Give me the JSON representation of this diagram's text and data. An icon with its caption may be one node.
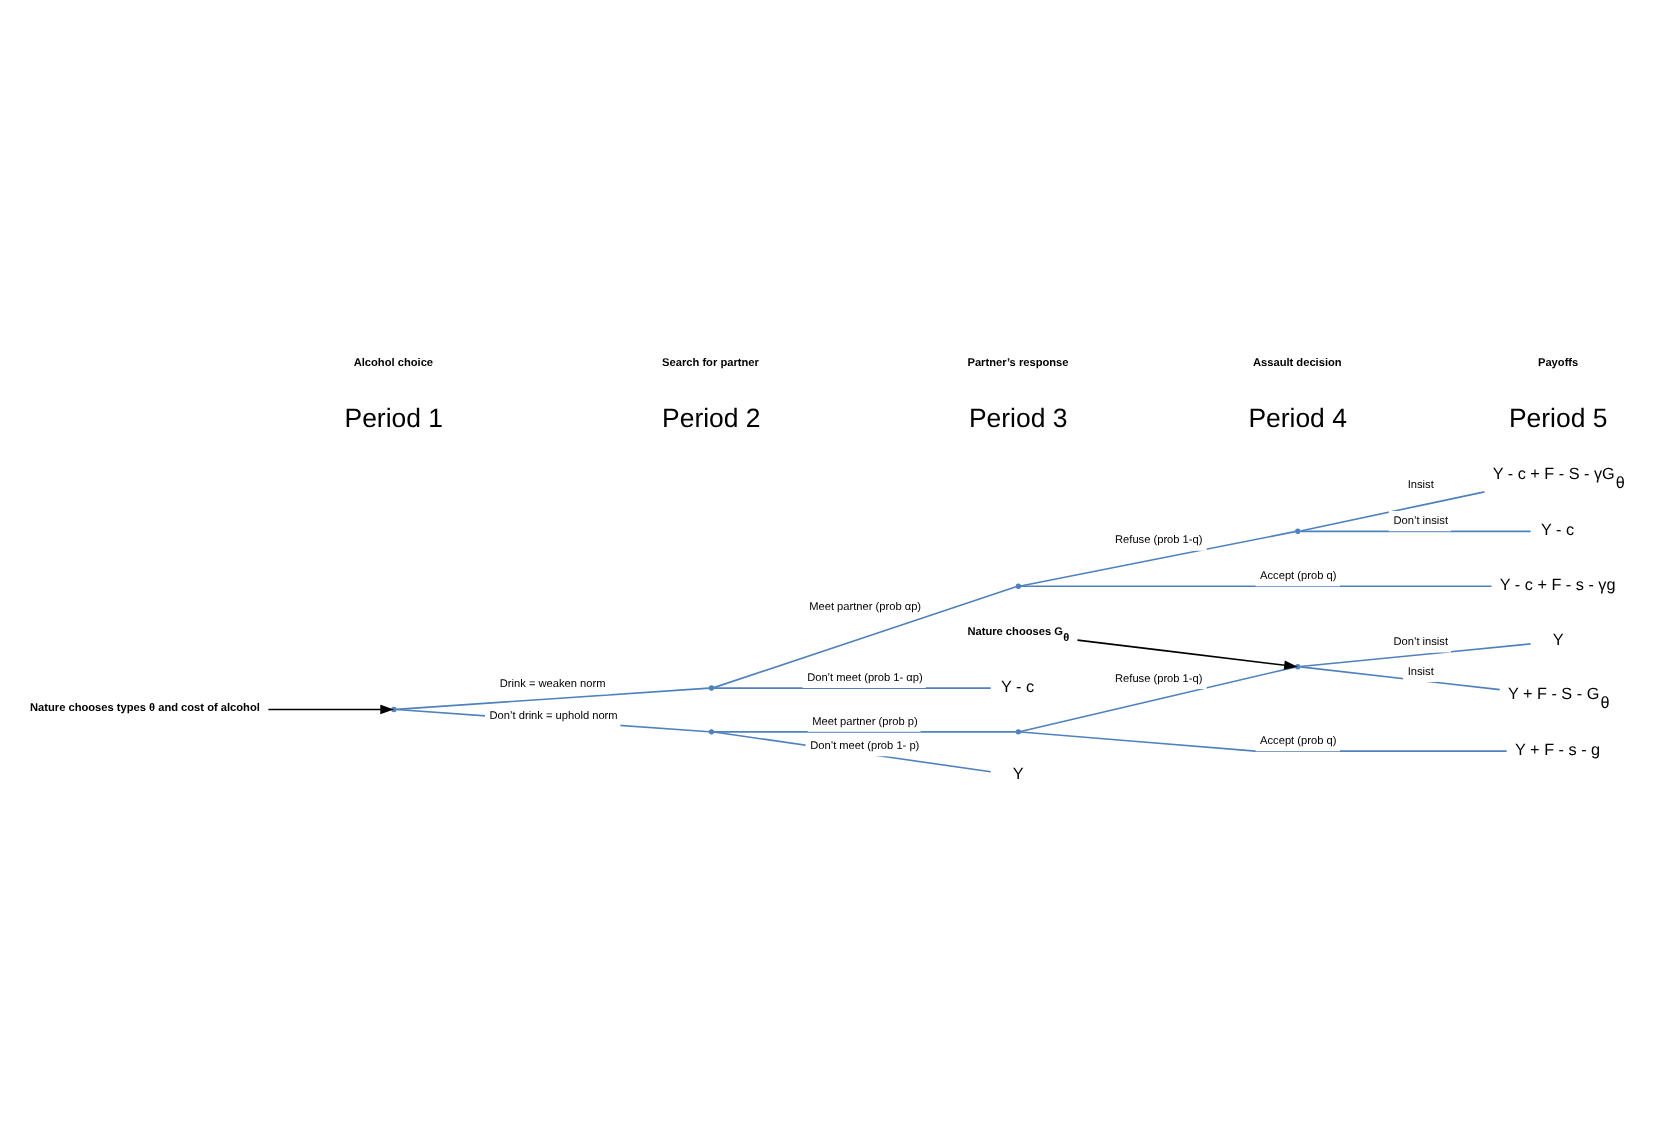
{
  "diagram": {
    "nodes": [
      {
        "text": [],
        "shape": "point"
      },
      {
        "text": [],
        "shape": "point"
      },
      {
        "text": [],
        "shape": "point"
      },
      {
        "text": [],
        "shape": "point"
      },
      {
        "text": [
          "Y - c"
        ]
      },
      {
        "text": [
          "Y - c + F - s - γg"
        ]
      },
      {
        "text": [],
        "shape": "point"
      },
      {
        "text": [
          "Y - c + F - S - γG$_{θ}$"
        ]
      },
      {
        "text": [
          "Y - c"
        ]
      },
      {
        "text": [],
        "shape": "point"
      },
      {
        "text": [
          "Y"
        ]
      },
      {
        "text": [
          "Y + F - s - g"
        ]
      },
      {
        "text": [],
        "shape": "point"
      },
      {
        "text": [
          "Y + F - S - G$_{θ}$"
        ]
      },
      {
        "text": [
          "Y"
        ]
      },
      {
        "text": [
          "Nature chooses types θ and cost of alcohol"
        ]
      },
      {
        "text": [
          "Nature chooses G$_{θ}$"
        ]
      }
    ],
    "edges": [
      {
        "from": 15,
        "to": 0,
        "arrow": "to",
        "color": "#000000"
      },
      {
        "from": 0,
        "to": 1,
        "arrow": "none",
        "label": "Drink = weaken norm"
      },
      {
        "from": 0,
        "to": 2,
        "arrow": "none",
        "label": "Don’t drink = uphold norm"
      },
      {
        "from": 1,
        "to": 3,
        "arrow": "none",
        "label": "Meet partner (prob αp)"
      },
      {
        "from": 1,
        "to": 4,
        "arrow": "none",
        "label": "Don’t meet (prob 1- αp)"
      },
      {
        "from": 3,
        "to": 5,
        "arrow": "none",
        "label": "Accept (prob q)"
      },
      {
        "from": 3,
        "to": 6,
        "arrow": "none",
        "label": "Refuse (prob 1-q)"
      },
      {
        "from": 6,
        "to": 7,
        "arrow": "none",
        "label": "Insist"
      },
      {
        "from": 6,
        "to": 8,
        "arrow": "none",
        "label": "Don’t insist"
      },
      {
        "from": 2,
        "to": 9,
        "arrow": "none",
        "label": "Meet partner (prob p)"
      },
      {
        "from": 2,
        "to": 10,
        "arrow": "none",
        "label": "Don’t meet (prob 1- p)"
      },
      {
        "from": 9,
        "to": 11,
        "arrow": "none",
        "label": "Accept (prob q)"
      },
      {
        "from": 9,
        "to": 12,
        "arrow": "none",
        "label": "Refuse (prob 1-q)"
      },
      {
        "from": 12,
        "to": 13,
        "arrow": "none",
        "label": "Insist"
      },
      {
        "from": 12,
        "to": 14,
        "arrow": "none",
        "label": "Don’t insist"
      },
      {
        "from": 16,
        "to": 12,
        "arrow": "to",
        "color": "#000000"
      }
    ],
    "labels": [
      "Period 1",
      "Period 2",
      "Period 3",
      "Period 4",
      "Period 5",
      "Alcohol choice",
      "Search for partner",
      "Partner’s response",
      "Assault decision",
      "Payoffs"
    ]
  }
}
